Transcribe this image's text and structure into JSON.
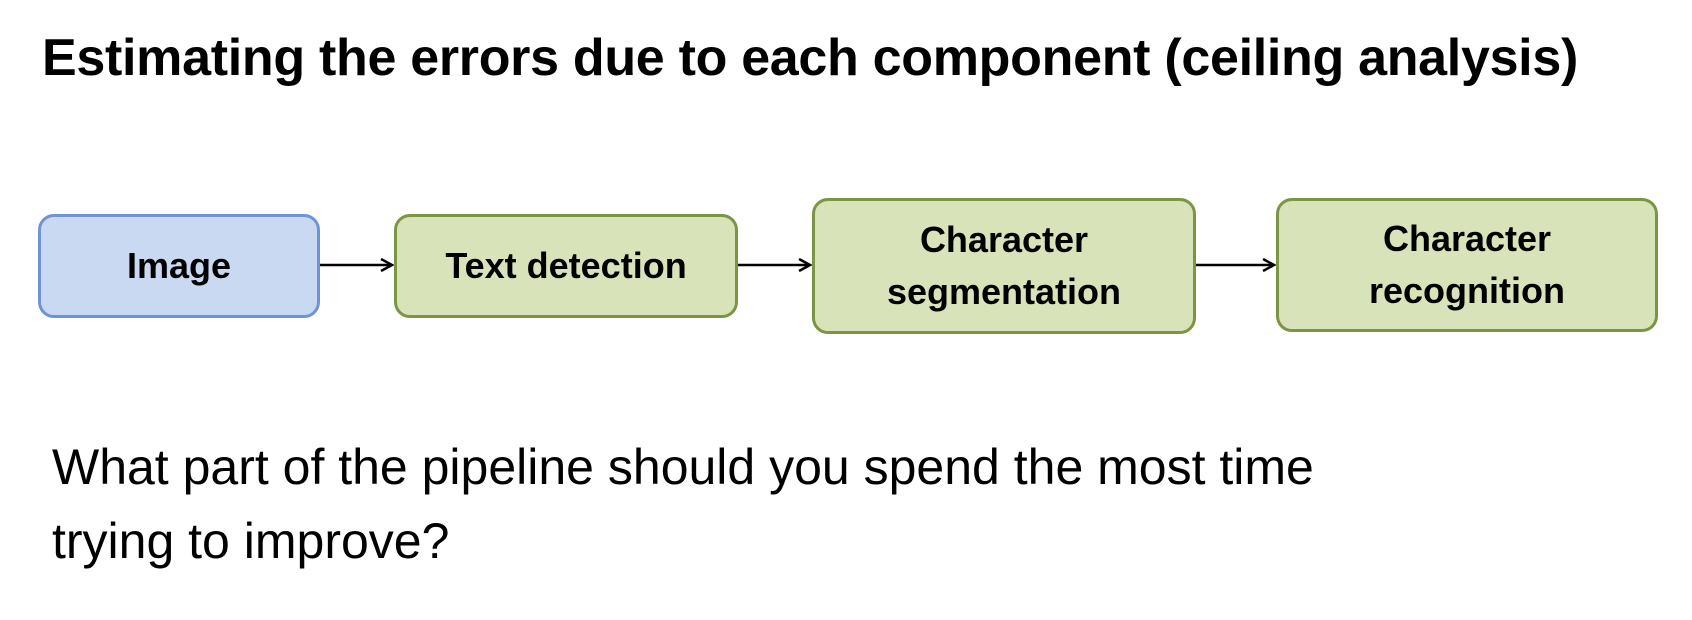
{
  "title": "Estimating the errors due to each component (ceiling analysis)",
  "pipeline": {
    "nodes": [
      {
        "id": "image",
        "lines": [
          "Image"
        ],
        "color": "#c9d9f1",
        "border": "#6e94d4"
      },
      {
        "id": "text_detection",
        "lines": [
          "Text detection"
        ],
        "color": "#d9e3b9",
        "border": "#7a9544"
      },
      {
        "id": "character_segmentation",
        "lines": [
          "Character",
          "segmentation"
        ],
        "color": "#d9e3b9",
        "border": "#7a9544"
      },
      {
        "id": "character_recognition",
        "lines": [
          "Character",
          "recognition"
        ],
        "color": "#d9e3b9",
        "border": "#7a9544"
      }
    ],
    "edges": [
      {
        "from": "image",
        "to": "text_detection"
      },
      {
        "from": "text_detection",
        "to": "character_segmentation"
      },
      {
        "from": "character_segmentation",
        "to": "character_recognition"
      }
    ]
  },
  "question": {
    "lines": [
      "What part of the pipeline should you spend the most time",
      "trying to improve?"
    ]
  }
}
